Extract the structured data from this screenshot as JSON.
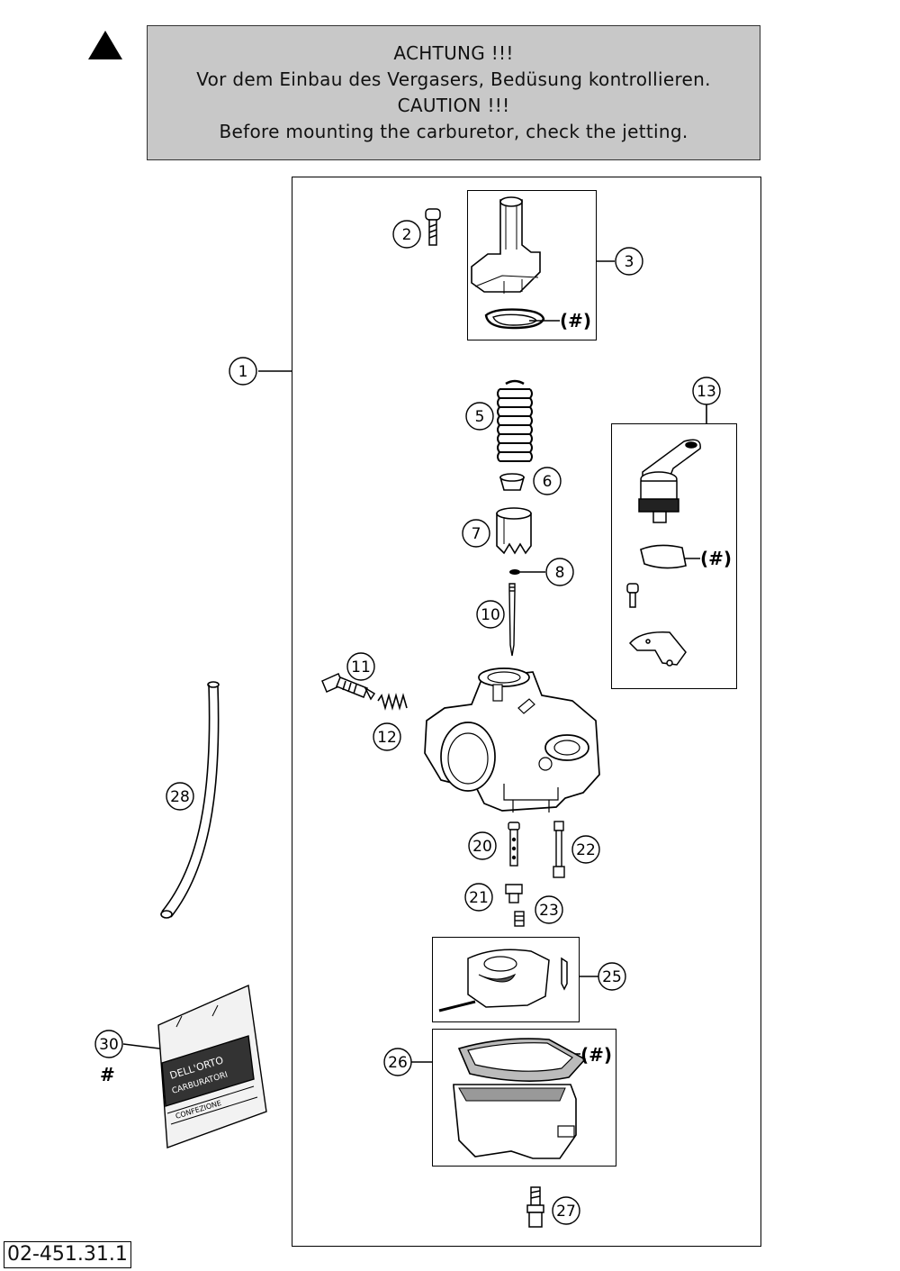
{
  "warning": {
    "lines": [
      "ACHTUNG !!!",
      "Vor dem Einbau des Vergasers, Bedüsung kontrollieren.",
      "CAUTION !!!",
      "Before mounting the carburetor, check the jetting."
    ]
  },
  "callouts": {
    "c1": "1",
    "c2": "2",
    "c3": "3",
    "c5": "5",
    "c6": "6",
    "c7": "7",
    "c8": "8",
    "c10": "10",
    "c11": "11",
    "c12": "12",
    "c13": "13",
    "c20": "20",
    "c21": "21",
    "c22": "22",
    "c23": "23",
    "c25": "25",
    "c26": "26",
    "c27": "27",
    "c28": "28",
    "c30": "30"
  },
  "marks": {
    "hash_paren": "(#)",
    "hash": "#"
  },
  "bag_text": {
    "line1": "DELL'ORTO",
    "line2": "CARBURATORI",
    "line3": "CONFEZIONE"
  },
  "drawing_id": "02-451.31.1"
}
